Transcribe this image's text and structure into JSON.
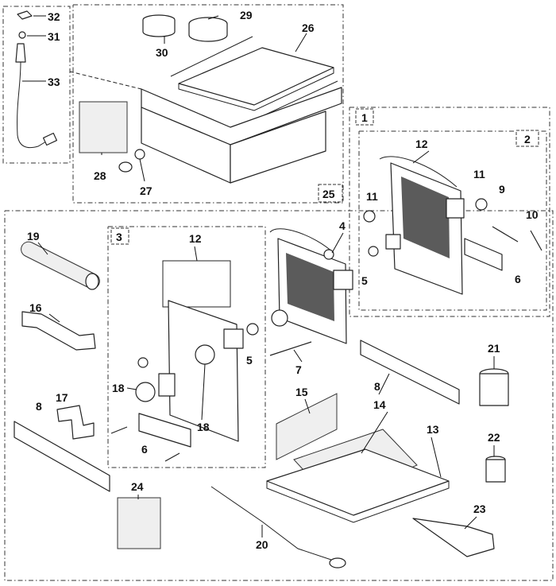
{
  "callouts": {
    "c1": "1",
    "c2": "2",
    "c3": "3",
    "c4": "4",
    "c5a": "5",
    "c5b": "5",
    "c6a": "6",
    "c6b": "6",
    "c7": "7",
    "c8a": "8",
    "c8b": "8",
    "c9": "9",
    "c10": "10",
    "c11a": "11",
    "c11b": "11",
    "c12a": "12",
    "c12b": "12",
    "c13": "13",
    "c14": "14",
    "c15": "15",
    "c16": "16",
    "c17": "17",
    "c18a": "18",
    "c18b": "18",
    "c19": "19",
    "c20": "20",
    "c21": "21",
    "c22": "22",
    "c23": "23",
    "c24": "24",
    "c25": "25",
    "c26": "26",
    "c27": "27",
    "c28": "28",
    "c29": "29",
    "c30": "30",
    "c31": "31",
    "c32": "32",
    "c33": "33"
  }
}
